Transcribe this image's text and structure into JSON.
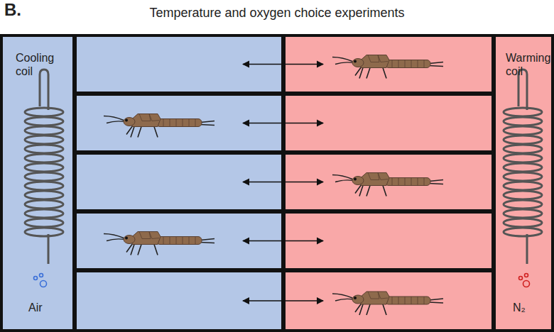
{
  "diagram": {
    "title": "Temperature and oxygen choice experiments",
    "nodes": [
      {
        "text": [
          "Cooling coil",
          "Air"
        ]
      },
      {
        "text": [
          "Warming coil",
          "N₂"
        ]
      }
    ],
    "labels": [
      "B."
    ]
  }
}
